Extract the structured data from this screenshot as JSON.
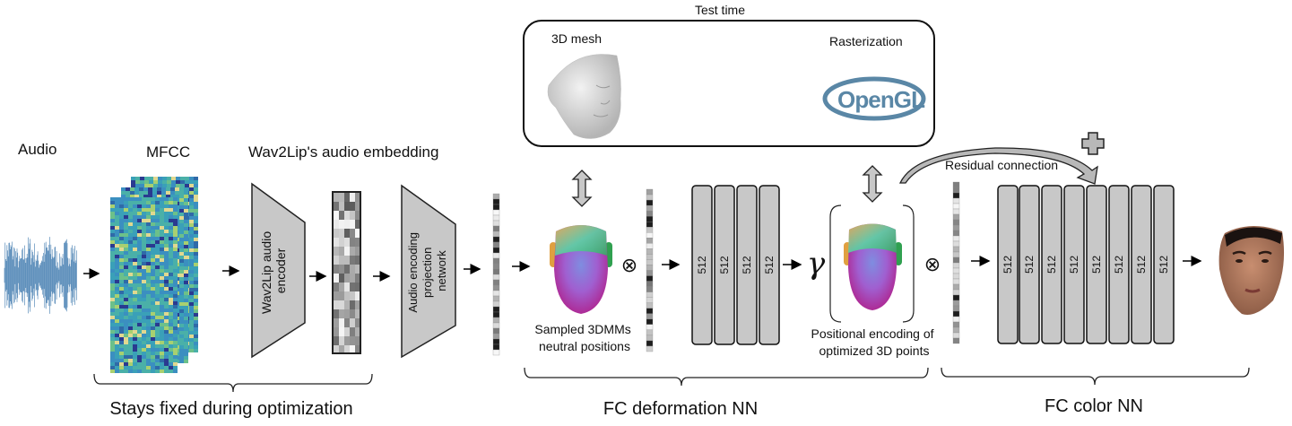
{
  "labels": {
    "audio": "Audio",
    "mfcc": "MFCC",
    "embedding": "Wav2Lip's audio embedding",
    "encoder_line1": "Wav2Lip audio",
    "encoder_line2": "encoder",
    "projection_line1": "Audio encoding",
    "projection_line2": "projection",
    "projection_line3": "network",
    "test_time": "Test time",
    "mesh": "3D mesh",
    "rasterization": "Rasterization",
    "opengl_logo": "OpenGL",
    "sampled_line1": "Sampled 3DMMs",
    "sampled_line2": "neutral positions",
    "positional_line1": "Positional encoding of",
    "positional_line2": "optimized 3D points",
    "gamma": "γ",
    "otimes": "⊗",
    "residual": "Residual connection",
    "stays_fixed": "Stays fixed during optimization",
    "fc_deformation": "FC deformation NN",
    "fc_color": "FC color NN"
  },
  "deformation_layers": [
    "512",
    "512",
    "512",
    "512"
  ],
  "color_layers": [
    "512",
    "512",
    "512",
    "512",
    "512",
    "512",
    "512",
    "512"
  ],
  "colors": {
    "waveform": "#2f6fa8",
    "block_fill": "#c8c8c8",
    "opengl": "#5a87a6"
  }
}
